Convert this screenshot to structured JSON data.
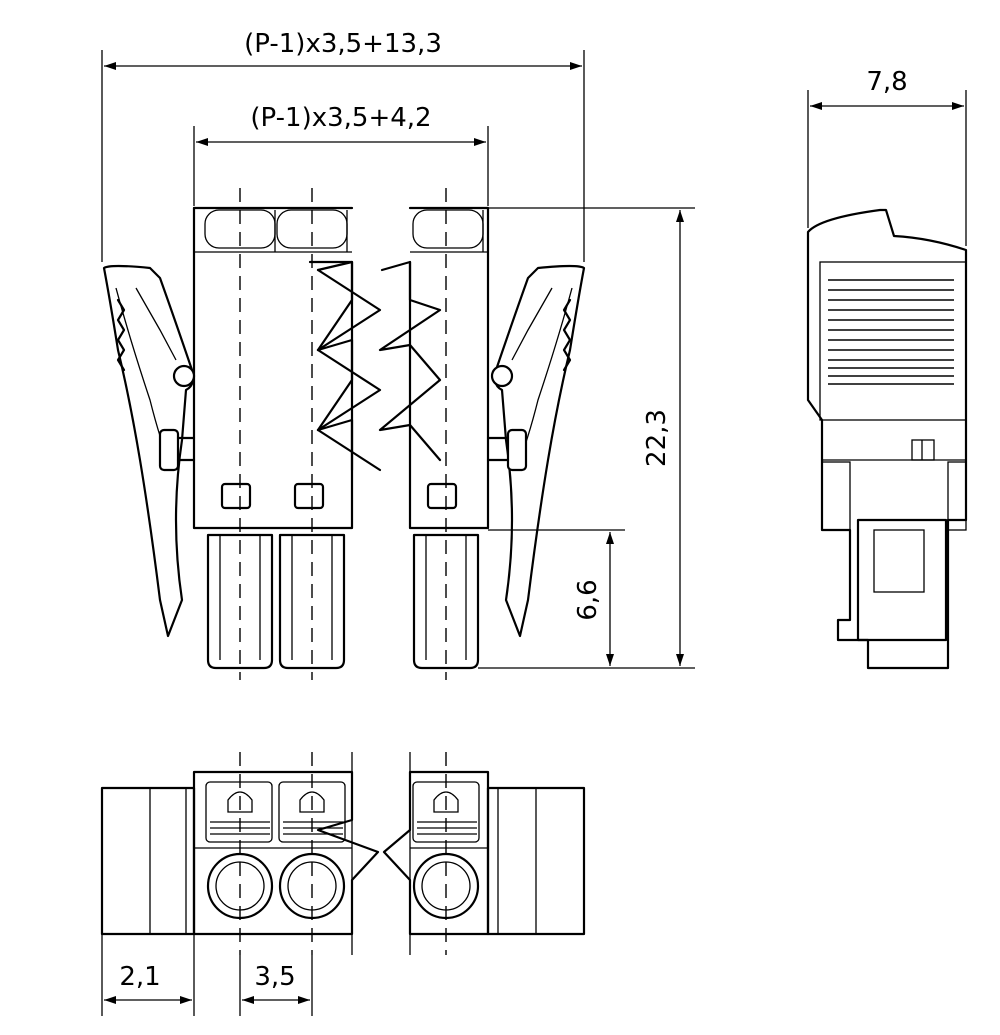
{
  "dimensions": {
    "overall_width": "(P-1)x3,5+13,3",
    "body_width": "(P-1)x3,5+4,2",
    "depth": "7,8",
    "height": "22,3",
    "pin_length": "6,6",
    "edge_offset": "2,1",
    "pitch": "3,5"
  },
  "colors": {
    "line": "#000000",
    "background": "#ffffff"
  }
}
